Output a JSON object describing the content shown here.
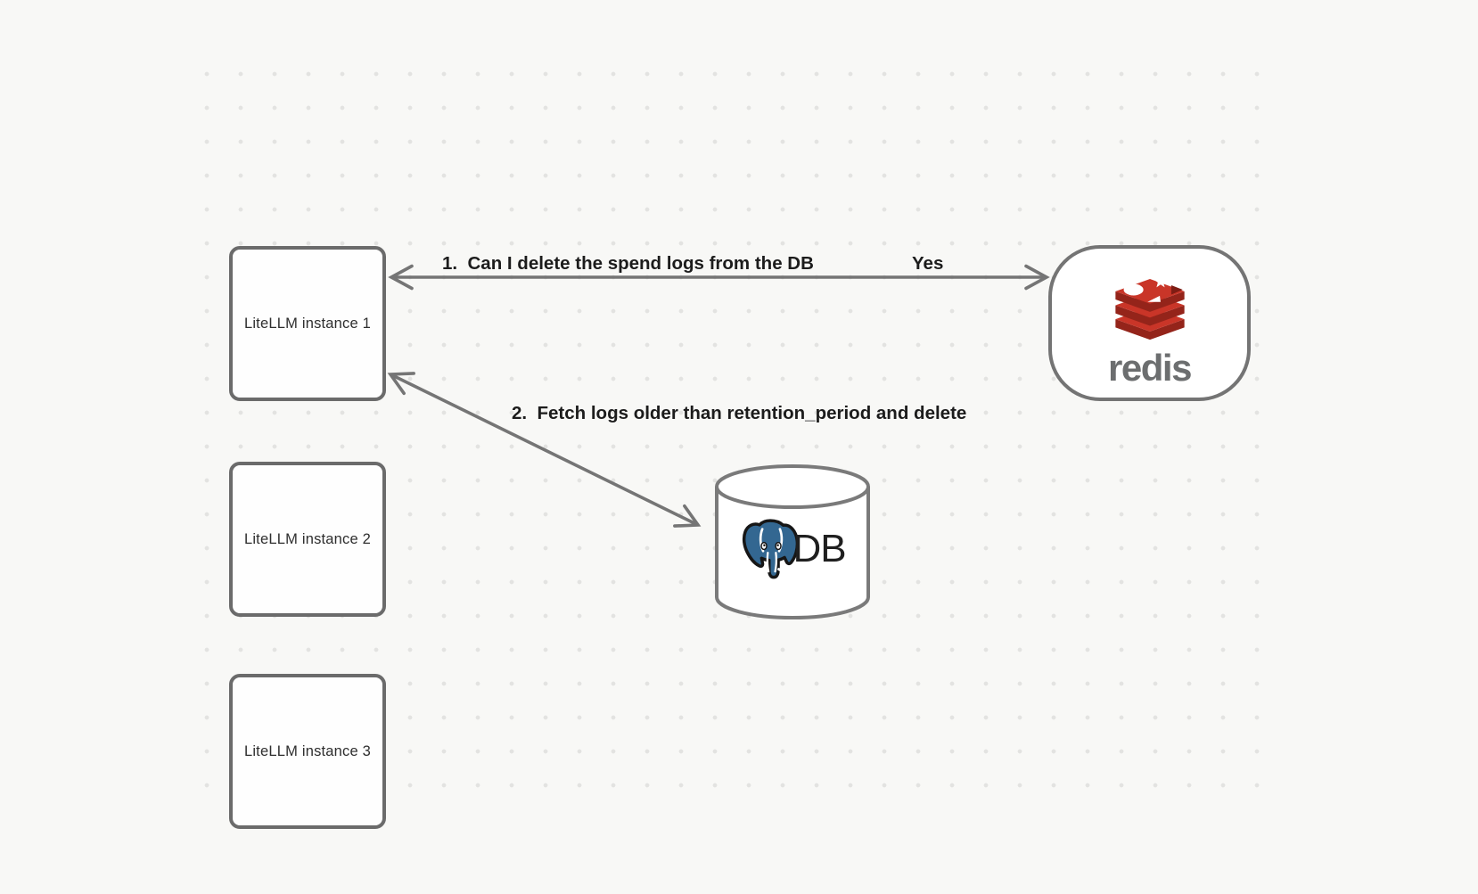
{
  "canvas": {
    "background_color": "#f8f8f6",
    "dot_color": "#e3e3e1",
    "stroke_gray": "#6b6b6b",
    "arrow_gray": "#757575"
  },
  "nodes": {
    "instances": [
      {
        "label": "LiteLLM instance 1"
      },
      {
        "label": "LiteLLM instance 2"
      },
      {
        "label": "LiteLLM instance 3"
      }
    ],
    "redis": {
      "label": "redis",
      "icon": "redis-logo",
      "brand_red": "#c93528",
      "brand_dark_red": "#94241a",
      "wordmark_color": "#6c6e6f"
    },
    "db": {
      "label": "DB",
      "icon": "postgresql-elephant-logo",
      "elephant_blue": "#336791"
    }
  },
  "arrows": {
    "redis_exchange": {
      "question": "1.  Can I delete the spend logs from the DB",
      "answer": "Yes"
    },
    "db_action": {
      "label": "2.  Fetch logs older than retention_period and delete"
    }
  }
}
